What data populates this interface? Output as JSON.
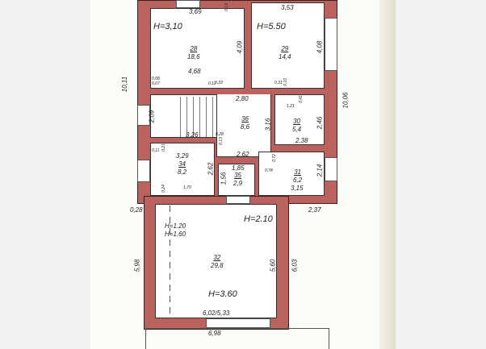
{
  "plan": {
    "overall": {
      "left_height": "10,11",
      "right_height": "10,06"
    },
    "rooms": [
      {
        "number": "28",
        "area": "18,6",
        "height": "H=3,10",
        "dims": [
          "3,69",
          "4,09",
          "4,68"
        ]
      },
      {
        "number": "29",
        "area": "14,4",
        "height": "H=5.50",
        "dims": [
          "3,53",
          "4,08"
        ]
      },
      {
        "number": "36",
        "area": "8,6",
        "dims": [
          "2,80",
          "3,16",
          "2,62"
        ]
      },
      {
        "number": "30",
        "area": "5,4",
        "dims": [
          "1,21",
          "2,46",
          "2,38",
          "0,41"
        ]
      },
      {
        "number": "34",
        "area": "8,2",
        "dims": [
          "3,29",
          "2,62",
          "1,70",
          "0,24",
          "0,11",
          "0,21"
        ]
      },
      {
        "number": "35",
        "area": "2,9",
        "dims": [
          "1,85",
          "1,56"
        ]
      },
      {
        "number": "31",
        "area": "6,2",
        "dims": [
          "3,15",
          "2,14",
          "0,78",
          "0,72"
        ]
      },
      {
        "number": "32",
        "area": "29,8",
        "heights": [
          "H=2.10",
          "H=3.60",
          "H=1.20",
          "H=1.60"
        ],
        "dims": [
          "5,98",
          "5,60",
          "6,03",
          "6,02/5,33",
          "6,98",
          "0,28",
          "2,37"
        ]
      }
    ],
    "stairs": {
      "dims": [
        "2,09",
        "3,26"
      ]
    },
    "small_dims": [
      "0,13",
      "0,08",
      "0,07",
      "0,11",
      "0,33",
      "0,31",
      "0,10",
      "0,28",
      "0,13"
    ]
  }
}
